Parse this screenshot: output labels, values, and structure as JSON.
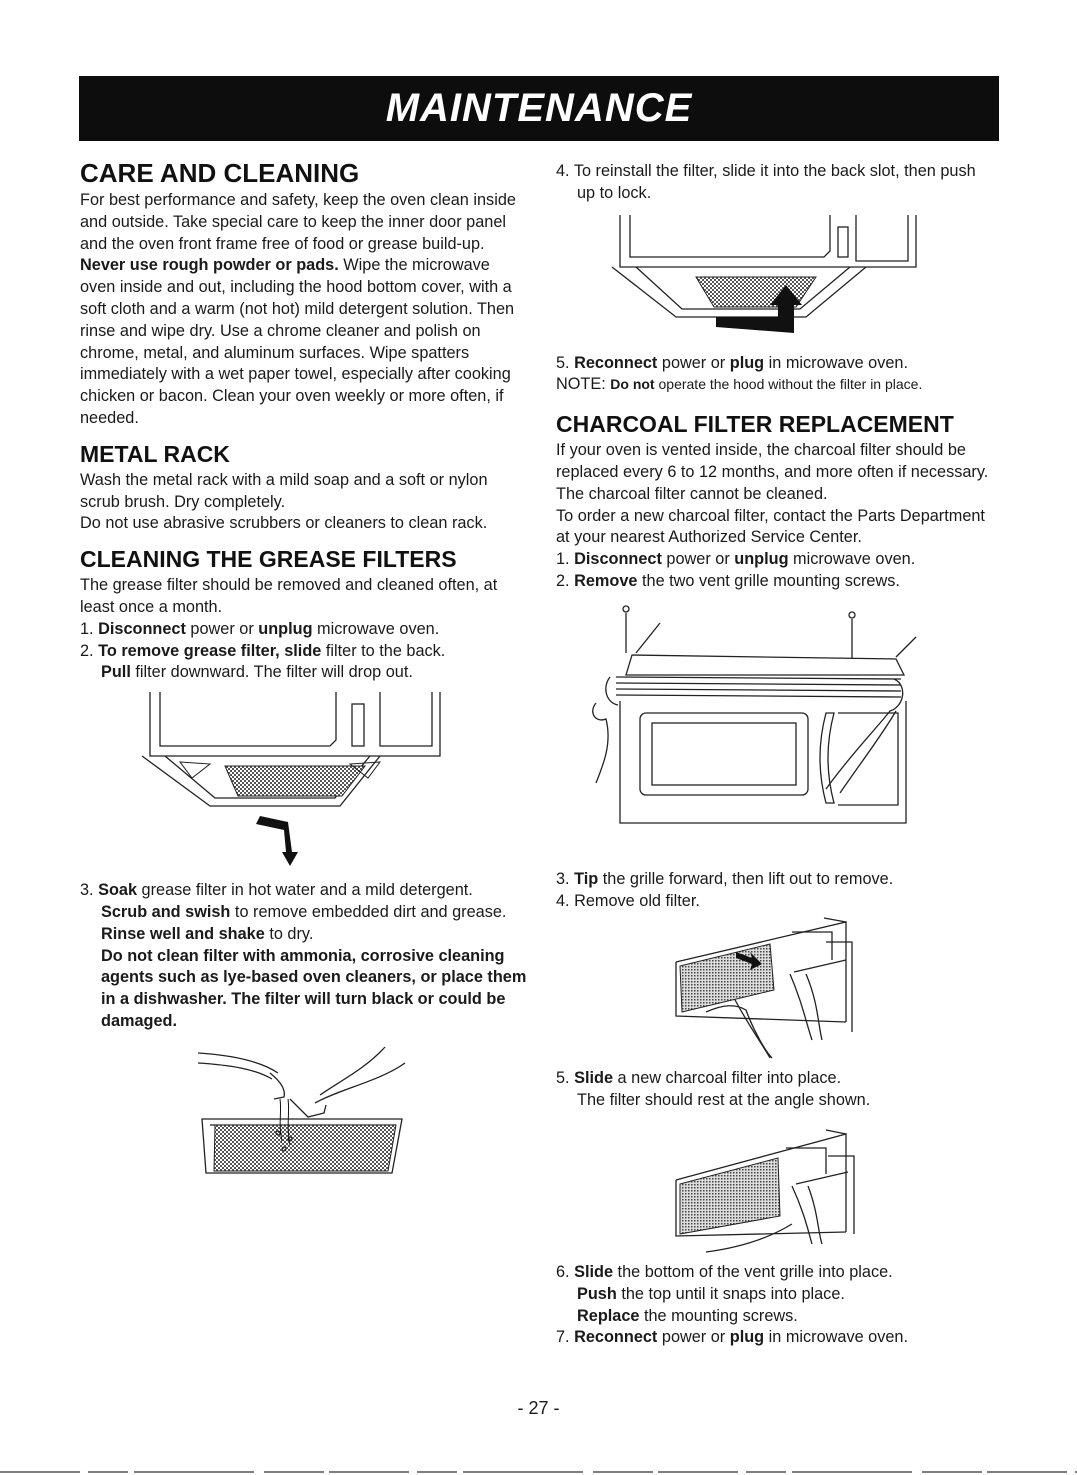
{
  "banner": {
    "title": "MAINTENANCE"
  },
  "left": {
    "care_heading": "CARE AND CLEANING",
    "care_p1": "For best performance and safety, keep the oven clean inside and outside. Take special care to keep the inner door panel and the oven front frame free of food or grease build-up.",
    "care_p2_bold": "Never use rough powder or pads.",
    "care_p2_rest": " Wipe the microwave oven inside and out, including the hood bottom cover, with a soft cloth and a warm (not hot) mild detergent solution. Then rinse and wipe dry. Use a chrome cleaner and polish on chrome, metal, and aluminum surfaces. Wipe spatters immediately with a wet paper towel, especially after cooking chicken or bacon. Clean your oven weekly or more often, if needed.",
    "rack_heading": "METAL RACK",
    "rack_p1": "Wash the metal rack with a mild soap and a soft or nylon scrub brush. Dry completely.",
    "rack_p2": "Do not use abrasive scrubbers or cleaners to clean rack.",
    "grease_heading": "CLEANING THE GREASE FILTERS",
    "grease_p1": "The grease filter should be removed and cleaned often, at least once a month.",
    "s1_num": "1. ",
    "s1_b1": "Disconnect",
    "s1_t1": " power or ",
    "s1_b2": "unplug",
    "s1_t2": " microwave oven.",
    "s2_num": "2. ",
    "s2_b1": "To remove grease filter, slide",
    "s2_t1": " filter to the back.",
    "s2_b2": "Pull",
    "s2_t2": " filter downward. The filter will drop out.",
    "s3_num": "3. ",
    "s3_b1": "Soak",
    "s3_t1": " grease filter in hot water and a mild detergent.",
    "s3_b2": "Scrub and swish",
    "s3_t2": " to remove embedded dirt and grease. ",
    "s3_b3": "Rinse well and shake",
    "s3_t3": " to dry.",
    "s3_warning": "Do not clean filter with ammonia, corrosive cleaning agents such as lye-based oven cleaners, or place them in a dishwasher. The filter will turn black or could be damaged."
  },
  "right": {
    "s4_num": "4. ",
    "s4_text": "To reinstall the filter, slide it into the back slot, then push up to lock.",
    "s5_num": "5. ",
    "s5_b1": "Reconnect",
    "s5_t1": " power or ",
    "s5_b2": "plug",
    "s5_t2": " in microwave oven.",
    "note_label": "NOTE: ",
    "note_bold": "Do not",
    "note_rest": " operate the hood without the filter in place.",
    "charcoal_heading": "CHARCOAL FILTER REPLACEMENT",
    "charcoal_p1": "If your oven is vented inside, the charcoal filter should be replaced every 6 to 12 months, and more often if necessary. The charcoal filter cannot be cleaned.",
    "charcoal_p2": "To order a new charcoal filter, contact the Parts Department at your nearest Authorized Service Center.",
    "c1_num": "1. ",
    "c1_b1": "Disconnect",
    "c1_t1": " power or ",
    "c1_b2": "unplug",
    "c1_t2": " microwave oven.",
    "c2_num": "2. ",
    "c2_b1": "Remove",
    "c2_t1": " the two vent grille mounting screws.",
    "c3_num": "3. ",
    "c3_b1": "Tip",
    "c3_t1": " the grille forward, then lift out to remove.",
    "c4_num": "4. ",
    "c4_text": "Remove old filter.",
    "c5_num": "5. ",
    "c5_b1": "Slide",
    "c5_t1": " a new charcoal filter into place.",
    "c5_line2": "The filter should rest at the angle shown.",
    "c6_num": "6. ",
    "c6_b1": "Slide",
    "c6_t1": " the bottom of the vent grille into place.",
    "c6_b2": "Push",
    "c6_t2": " the top until it snaps into place.",
    "c6_b3": "Replace",
    "c6_t3": " the mounting screws.",
    "c7_num": "7. ",
    "c7_b1": "Reconnect",
    "c7_t1": " power or ",
    "c7_b2": "plug",
    "c7_t2": " in microwave oven."
  },
  "footer": {
    "page_number": "- 27 -"
  }
}
